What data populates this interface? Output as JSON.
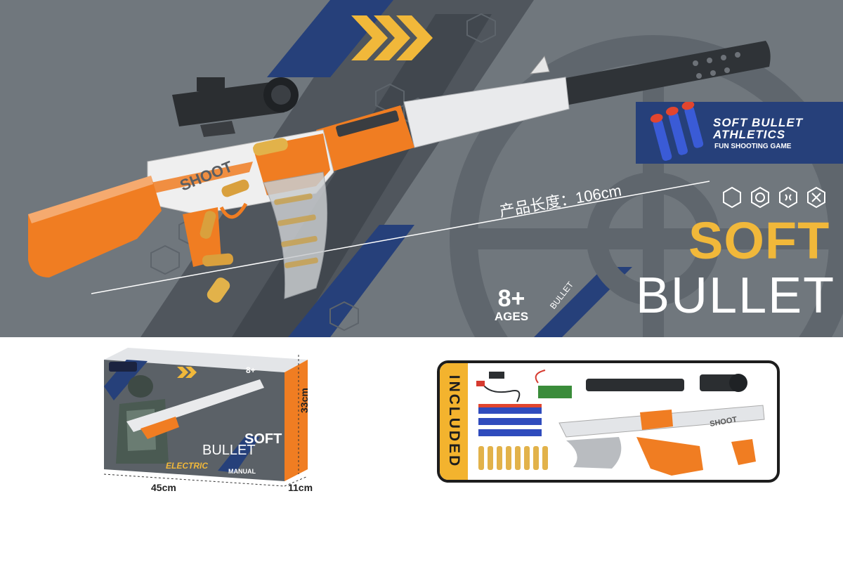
{
  "banner": {
    "title_line1": "SOFT",
    "title_line2": "BULLET",
    "length_label": "产品长度：106cm",
    "badge": {
      "line1": "SOFT BULLET",
      "line2": "ATHLETICS",
      "line3": "FUN SHOOTING GAME"
    },
    "age": {
      "number": "8+",
      "label": "AGES"
    },
    "bullet_tag": "BULLET",
    "gun_decal": "SHOOT",
    "feature_icons": [
      "cube-icon",
      "target-icon",
      "signal-icon",
      "grid-icon"
    ],
    "colors": {
      "accent_orange": "#f07d22",
      "accent_yellow": "#f1b83a",
      "navy": "#26407a",
      "background_grey": "#70777d"
    }
  },
  "package": {
    "title_line1": "SOFT",
    "title_line2": "BULLET",
    "electric": "ELECTRIC",
    "manual": "MANUAL",
    "age": "8+",
    "dimensions": {
      "width": "45cm",
      "height": "33cm",
      "depth": "11cm"
    }
  },
  "included": {
    "label": "INCLUDED",
    "items": [
      "usb-cable",
      "battery-pack",
      "silencer",
      "scope",
      "foam-darts",
      "shells",
      "magazine",
      "stock",
      "gun-body"
    ],
    "gun_decal": "SHOOT"
  }
}
